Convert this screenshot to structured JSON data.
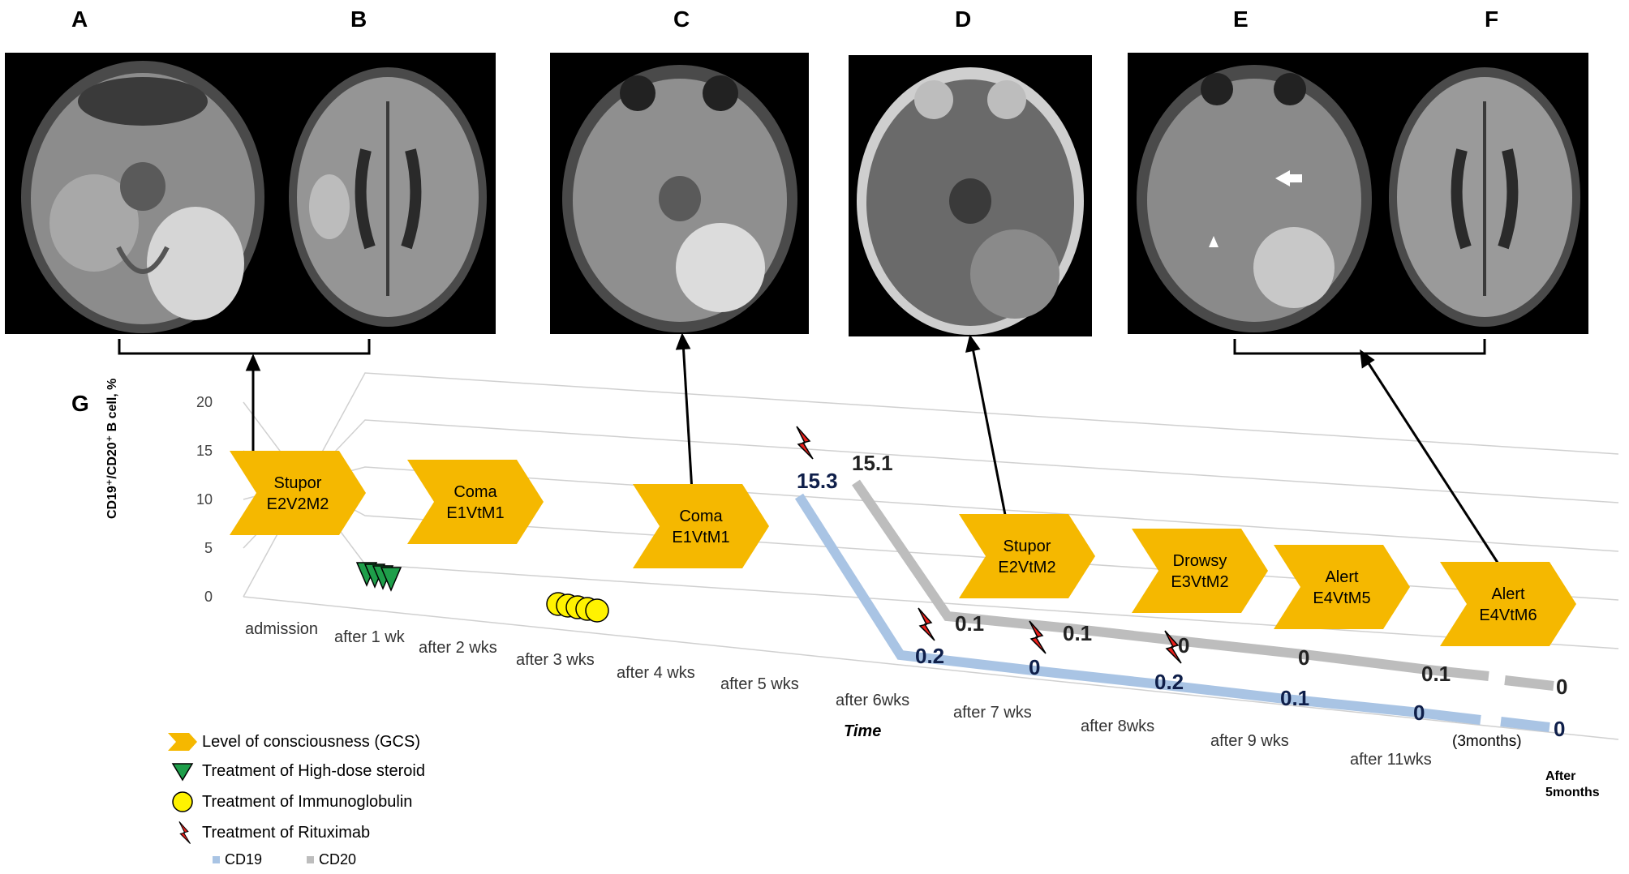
{
  "panels": {
    "A": "A",
    "B": "B",
    "C": "C",
    "D": "D",
    "E": "E",
    "F": "F",
    "G": "G"
  },
  "y_axis": {
    "title": "CD19⁺/CD20⁺ B cell, %",
    "ticks": [
      "0",
      "5",
      "10",
      "15",
      "20"
    ]
  },
  "time_axis": {
    "title": "Time",
    "ticks": [
      "admission",
      "after 1 wk",
      "after 2 wks",
      "after 3 wks",
      "after 4 wks",
      "after 5 wks",
      "after 6wks",
      "after 7 wks",
      "after 8wks",
      "after 9 wks",
      "after 11wks",
      "After 5months"
    ]
  },
  "gcs_levels": [
    {
      "line1": "Stupor",
      "line2": "E2V2M2"
    },
    {
      "line1": "Coma",
      "line2": "E1VtM1"
    },
    {
      "line1": "Coma",
      "line2": "E1VtM1"
    },
    {
      "line1": "Stupor",
      "line2": "E2VtM2"
    },
    {
      "line1": "Drowsy",
      "line2": "E3VtM2"
    },
    {
      "line1": "Alert",
      "line2": "E4VtM5"
    },
    {
      "line1": "Alert",
      "line2": "E4VtM6"
    }
  ],
  "cd19_labels": [
    "15.3",
    "0.2",
    "0",
    "0.2",
    "0.1",
    "0",
    "0"
  ],
  "cd20_labels": [
    "15.1",
    "0.1",
    "0.1",
    "0",
    "0",
    "0.1",
    "0"
  ],
  "note_3months": "(3months)",
  "legend": {
    "gcs": "Level of consciousness (GCS)",
    "steroid": "Treatment of High-dose steroid",
    "ivig": "Treatment of Immunoglobulin",
    "rituximab": "Treatment of Rituximab",
    "cd19": "CD19",
    "cd20": "CD20"
  },
  "colors": {
    "gcs_arrow": "#F5B800",
    "steroid": "#1E9E4A",
    "ivig": "#FFF200",
    "rituximab": "#E8201C",
    "cd19_line": "#A9C4E4",
    "cd20_line": "#BDBDBD",
    "cd19_text": "#0F1F4A"
  },
  "icons": {
    "gcs": "chevron-arrow-icon",
    "steroid": "down-triangle-icon",
    "ivig": "circle-icon",
    "rituximab": "lightning-bolt-icon"
  }
}
